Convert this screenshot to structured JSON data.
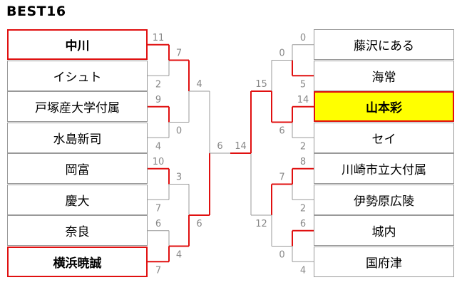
{
  "title": "BEST16",
  "left": {
    "teams": [
      {
        "name": "中川",
        "state": "win"
      },
      {
        "name": "イシュト",
        "state": "normal"
      },
      {
        "name": "戸塚産大学付属",
        "state": "normal"
      },
      {
        "name": "水島新司",
        "state": "normal"
      },
      {
        "name": "岡富",
        "state": "normal"
      },
      {
        "name": "慶大",
        "state": "normal"
      },
      {
        "name": "奈良",
        "state": "normal"
      },
      {
        "name": "横浜暁誠",
        "state": "win"
      }
    ],
    "r1": [
      {
        "a": 11,
        "b": 2,
        "win": "a"
      },
      {
        "a": 9,
        "b": 4,
        "win": "a"
      },
      {
        "a": 10,
        "b": 7,
        "win": "a"
      },
      {
        "a": 6,
        "b": 7,
        "win": "b"
      }
    ],
    "r2": [
      {
        "a": 7,
        "b": 0,
        "win": "a"
      },
      {
        "a": 3,
        "b": 4,
        "win": "b"
      }
    ],
    "r3": {
      "a": 4,
      "b": 6,
      "win": "b"
    },
    "final_score": 6
  },
  "right": {
    "teams": [
      {
        "name": "藤沢にある",
        "state": "normal"
      },
      {
        "name": "海常",
        "state": "normal"
      },
      {
        "name": "山本彩",
        "state": "champ"
      },
      {
        "name": "セイ",
        "state": "normal"
      },
      {
        "name": "川崎市立大付属",
        "state": "normal"
      },
      {
        "name": "伊勢原広陵",
        "state": "normal"
      },
      {
        "name": "城内",
        "state": "normal"
      },
      {
        "name": "国府津",
        "state": "normal"
      }
    ],
    "r1": [
      {
        "a": 0,
        "b": 5,
        "win": "b"
      },
      {
        "a": 14,
        "b": 2,
        "win": "a"
      },
      {
        "a": 8,
        "b": 2,
        "win": "a"
      },
      {
        "a": 6,
        "b": 4,
        "win": "a"
      }
    ],
    "r2": [
      {
        "a": 0,
        "b": 6,
        "win": "b"
      },
      {
        "a": 7,
        "b": 0,
        "win": "a"
      }
    ],
    "r3": {
      "a": 15,
      "b": 12,
      "win": "a"
    },
    "final_score": 14
  },
  "final_winner": "right"
}
